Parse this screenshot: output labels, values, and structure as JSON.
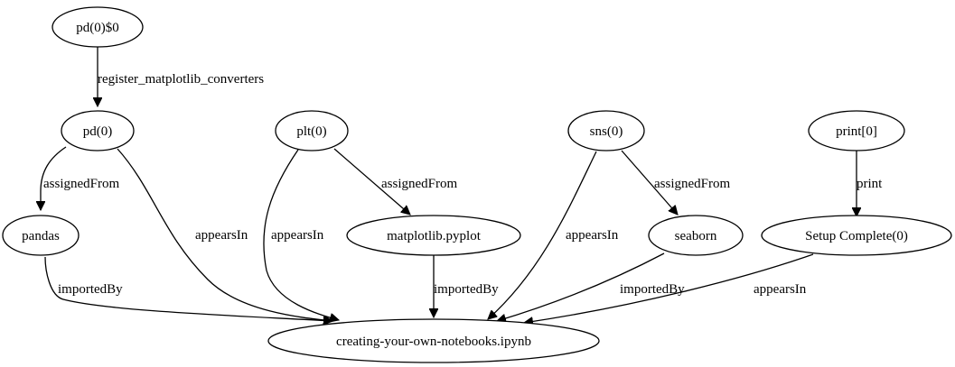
{
  "nodes": {
    "pd0_dollar0": "pd(0)$0",
    "pd0": "pd(0)",
    "plt0": "plt(0)",
    "sns0": "sns(0)",
    "print0": "print[0]",
    "pandas": "pandas",
    "matplotlib_pyplot": "matplotlib.pyplot",
    "seaborn": "seaborn",
    "setup_complete": "Setup Complete(0)",
    "notebook": "creating-your-own-notebooks.ipynb"
  },
  "edges": {
    "register_converters": "register_matplotlib_converters",
    "pd_assigned_from": "assignedFrom",
    "pd_appears_in": "appearsIn",
    "plt_appears_in": "appearsIn",
    "plt_assigned_from": "assignedFrom",
    "sns_appears_in": "appearsIn",
    "sns_assigned_from": "assignedFrom",
    "print_edge": "print",
    "pandas_imported_by": "importedBy",
    "pyplot_imported_by": "importedBy",
    "seaborn_imported_by": "importedBy",
    "setup_appears_in": "appearsIn"
  }
}
